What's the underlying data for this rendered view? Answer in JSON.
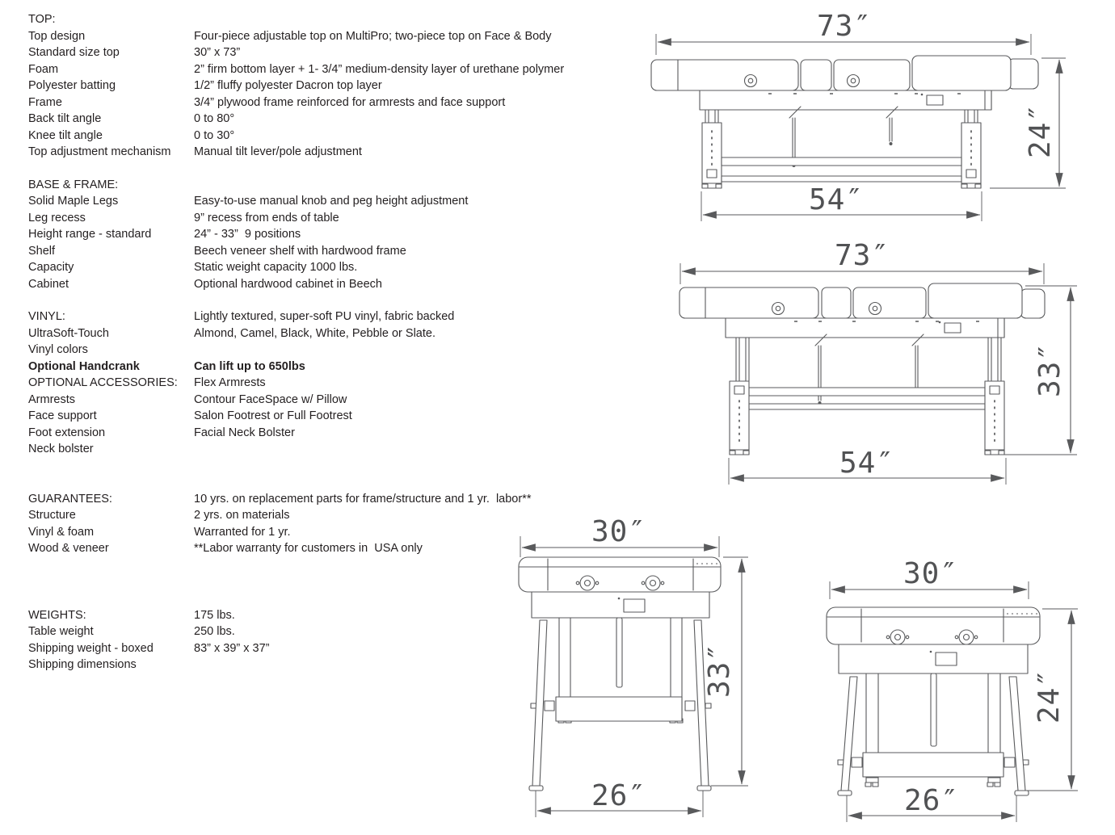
{
  "colors": {
    "background": "#ffffff",
    "text": "#231f20",
    "line": "#595a5c",
    "dim_text": "#515254"
  },
  "specs": {
    "sections": [
      {
        "id": "top",
        "rows": [
          {
            "label": "TOP:",
            "value": ""
          },
          {
            "label": "Top design",
            "value": "Four-piece adjustable top on MultiPro; two-piece top on Face & Body"
          },
          {
            "label": "Standard size top",
            "value": "30” x 73”"
          },
          {
            "label": "Foam",
            "value": "2” firm bottom layer + 1- 3/4” medium-density layer of urethane polymer"
          },
          {
            "label": "Polyester batting",
            "value": "1/2” fluffy polyester Dacron top layer"
          },
          {
            "label": "Frame",
            "value": "3/4” plywood frame reinforced for armrests and face support"
          },
          {
            "label": "Back tilt angle",
            "value": "0 to 80°"
          },
          {
            "label": "Knee tilt angle",
            "value": "0 to 30°"
          },
          {
            "label": "Top adjustment mechanism",
            "value": "Manual tilt lever/pole adjustment"
          }
        ]
      },
      {
        "id": "base",
        "rows": [
          {
            "label": "BASE & FRAME:",
            "value": ""
          },
          {
            "label": "Solid Maple Legs",
            "value": "Easy-to-use manual knob and peg height adjustment"
          },
          {
            "label": "Leg recess",
            "value": "9” recess from ends of table"
          },
          {
            "label": "Height range - standard",
            "value": "24” - 33”  9 positions"
          },
          {
            "label": "Shelf",
            "value": "Beech veneer shelf with hardwood frame"
          },
          {
            "label": "Capacity",
            "value": "Static weight capacity 1000 lbs."
          },
          {
            "label": "Cabinet",
            "value": "Optional hardwood cabinet in Beech"
          }
        ]
      },
      {
        "id": "vinyl",
        "rows": [
          {
            "label": "VINYL:",
            "value": "Lightly textured, super-soft PU vinyl, fabric backed"
          },
          {
            "label": "UltraSoft-Touch",
            "value": "Almond, Camel, Black, White, Pebble or Slate."
          },
          {
            "label": "Vinyl colors",
            "value": ""
          },
          {
            "label": "Optional Handcrank",
            "value": "Can lift up to 650lbs",
            "bold": true
          },
          {
            "label": "OPTIONAL ACCESSORIES:",
            "value": "Flex Armrests"
          },
          {
            "label": "Armrests",
            "value": "Contour FaceSpace w/ Pillow"
          },
          {
            "label": "Face support",
            "value": "Salon Footrest or Full Footrest"
          },
          {
            "label": "Foot extension",
            "value": "Facial Neck Bolster"
          },
          {
            "label": "Neck bolster",
            "value": ""
          }
        ]
      },
      {
        "id": "guarantees",
        "rows": [
          {
            "label": "GUARANTEES:",
            "value": "10 yrs. on replacement parts for frame/structure and 1 yr.  labor**"
          },
          {
            "label": "Structure",
            "value": "2 yrs. on materials"
          },
          {
            "label": "Vinyl & foam",
            "value": "Warranted for 1 yr."
          },
          {
            "label": "Wood & veneer",
            "value": "**Labor warranty for customers in  USA only"
          }
        ]
      },
      {
        "id": "weights",
        "rows": [
          {
            "label": "WEIGHTS:",
            "value": "175 lbs."
          },
          {
            "label": "Table weight",
            "value": "250 lbs."
          },
          {
            "label": "Shipping weight - boxed",
            "value": "83” x 39” x 37”"
          },
          {
            "label": "Shipping dimensions",
            "value": ""
          }
        ]
      }
    ]
  },
  "drawings": {
    "side_view_low": {
      "width_top": "73″",
      "height": "24″",
      "width_base": "54″"
    },
    "side_view_high": {
      "width_top": "73″",
      "height": "33″",
      "width_base": "54″"
    },
    "end_view_high": {
      "width_top": "30″",
      "height": "33″",
      "width_base": "26″"
    },
    "end_view_low": {
      "width_top": "30″",
      "height": "24″",
      "width_base": "26″"
    }
  }
}
